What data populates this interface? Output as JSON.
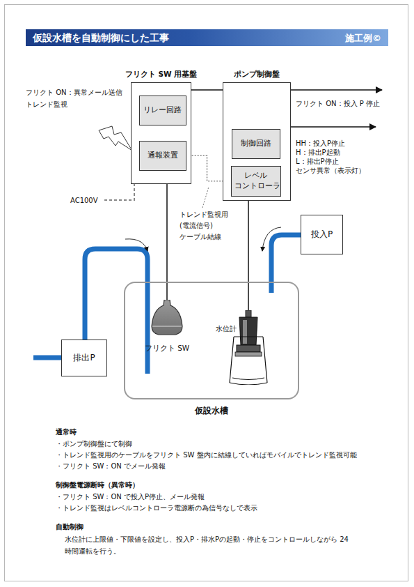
{
  "diagram": {
    "title": "仮設水槽を自動制御にした工事",
    "nodes": [
      {
        "text": [
          "フリクト SW 用基盤"
        ]
      },
      {
        "text": [
          "リレー回路"
        ],
        "in": 0
      },
      {
        "text": [
          "通報装置"
        ],
        "in": 0
      },
      {
        "text": [
          "ポンプ制御盤"
        ]
      },
      {
        "text": [
          "制御回路"
        ],
        "in": 3
      },
      {
        "text": [
          "レベル コントローラ"
        ],
        "in": 3
      },
      {
        "text": [
          "投入P"
        ]
      },
      {
        "text": [
          "仮設水槽"
        ]
      },
      {
        "text": [
          "フリクト SW"
        ],
        "in": 7
      },
      {
        "text": [
          "水位計"
        ],
        "in": 7
      },
      {
        "text": [
          "排出P"
        ]
      }
    ],
    "edges": [
      {
        "from": 0,
        "to": 8,
        "arrow": "none"
      },
      {
        "from": 3,
        "to": 9,
        "arrow": "none"
      },
      {
        "from": 2,
        "to": 5,
        "arrow": "none"
      }
    ],
    "labels": [
      "施工例©",
      "フリクト ON：異常メール送信",
      "トレンド監視",
      "フリクト ON：投入 P 停止",
      "HH：投入P停止",
      "H：排出P起動",
      "L：排出P停止",
      "センサ異常（表示灯）",
      "トレンド監視用 (電流信号) ケーブル結線",
      "AC100V",
      "通常時",
      "・ポンプ制御盤にて制御",
      "・トレンド監視用のケーブルをフリクト SW 盤内に結線していればモバイルでトレンド監視可能",
      "・フリクト SW：ON でメール発報",
      "制御盤電源断時（異常時）",
      "・フリクト SW：ON で投入P停止、メール発報",
      "・トレンド監視はレベルコントローラ電源断の為信号なしで表示",
      "自動制御",
      "水位計に上限値・下限値を設定し、投入P・排水Pの起動・停止をコントロールしながら 24 時間運転を行う。"
    ]
  }
}
